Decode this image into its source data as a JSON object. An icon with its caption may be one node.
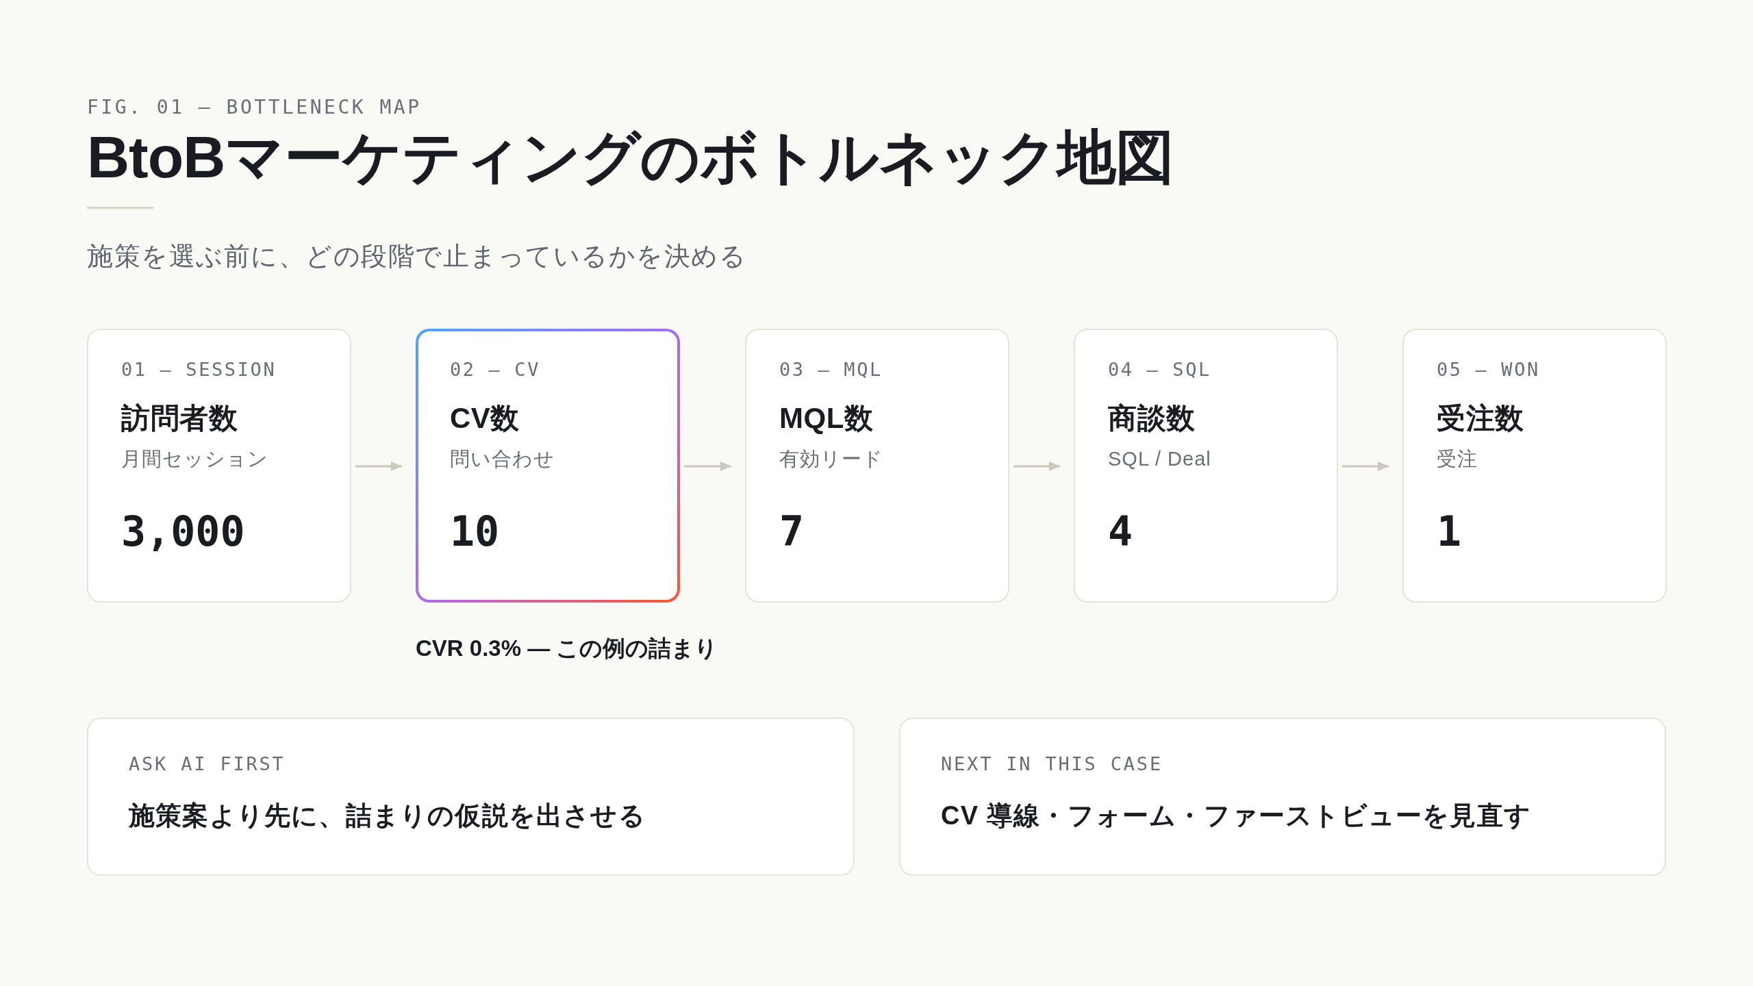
{
  "diagram": {
    "title": "BtoBマーケティングのボトルネック地図",
    "nodes": [
      {
        "text": [
          "01 — SESSION",
          "訪問者数",
          "月間セッション",
          "3,000"
        ]
      },
      {
        "text": [
          "02 — CV",
          "CV数",
          "問い合わせ",
          "10"
        ],
        "beside": [
          "CVR 0.3% — この例の詰まり"
        ]
      },
      {
        "text": [
          "03 — MQL",
          "MQL数",
          "有効リード",
          "7"
        ]
      },
      {
        "text": [
          "04 — SQL",
          "商談数",
          "SQL / Deal",
          "4"
        ]
      },
      {
        "text": [
          "05 — WON",
          "受注数",
          "受注",
          "1"
        ]
      },
      {
        "text": [
          "ASK AI FIRST",
          "施策案より先に、詰まりの仮説を出させる"
        ]
      },
      {
        "text": [
          "NEXT IN THIS CASE",
          "CV 導線・フォーム・ファーストビューを見直す"
        ]
      }
    ],
    "edges": [
      {
        "from": 0,
        "to": 1,
        "arrow": "to"
      },
      {
        "from": 1,
        "to": 2,
        "arrow": "to"
      },
      {
        "from": 2,
        "to": 3,
        "arrow": "to"
      },
      {
        "from": 3,
        "to": 4,
        "arrow": "to"
      }
    ],
    "labels": [
      "FIG. 01 — BOTTLENECK MAP",
      "施策を選ぶ前に、どの段階で止まっているかを決める"
    ]
  }
}
